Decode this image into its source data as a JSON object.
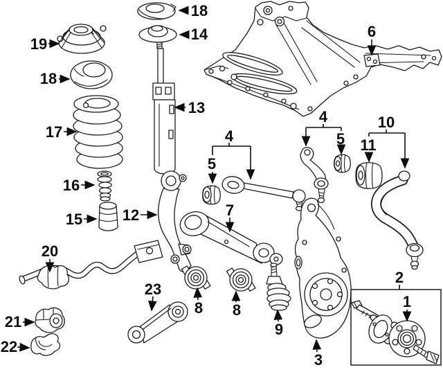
{
  "diagram": {
    "background": "#ffffff",
    "line_color": "#1a1a1a",
    "label_color": "#0d0d0d",
    "callouts": [
      {
        "text": "19",
        "part": "strut-mount"
      },
      {
        "text": "18",
        "part": "upper-spring-seat"
      },
      {
        "text": "17",
        "part": "coil-spring"
      },
      {
        "text": "16",
        "part": "jounce-bumper"
      },
      {
        "text": "15",
        "part": "dust-boot"
      },
      {
        "text": "12",
        "part": "strut-fork"
      },
      {
        "text": "18",
        "part": "strut-cap"
      },
      {
        "text": "14",
        "part": "spring-seat"
      },
      {
        "text": "13",
        "part": "strut"
      },
      {
        "text": "6",
        "part": "subframe-crossmember"
      },
      {
        "text": "4",
        "part": "upper-control-arm-front-group"
      },
      {
        "text": "5",
        "part": "arm-bushing-front"
      },
      {
        "text": "4",
        "part": "upper-control-arm-rear-group"
      },
      {
        "text": "5",
        "part": "arm-bushing-rear"
      },
      {
        "text": "10",
        "part": "lower-control-arm-rear-group"
      },
      {
        "text": "11",
        "part": "lower-arm-bushing"
      },
      {
        "text": "7",
        "part": "lower-control-arm-front"
      },
      {
        "text": "20",
        "part": "stabilizer-bar"
      },
      {
        "text": "21",
        "part": "stabilizer-bushing"
      },
      {
        "text": "22",
        "part": "stabilizer-bracket"
      },
      {
        "text": "23",
        "part": "stabilizer-link"
      },
      {
        "text": "8",
        "part": "link-bushing-left"
      },
      {
        "text": "8",
        "part": "link-bushing-right"
      },
      {
        "text": "9",
        "part": "ball-joint"
      },
      {
        "text": "3",
        "part": "steering-knuckle"
      },
      {
        "text": "2",
        "part": "hub-kit-group"
      },
      {
        "text": "1",
        "part": "wheel-hub-bearing"
      }
    ]
  }
}
